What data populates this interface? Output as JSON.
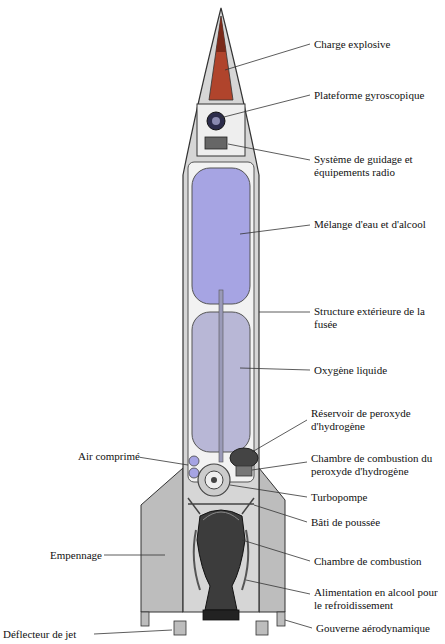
{
  "diagram": {
    "labels": [
      "Charge explosive",
      "Plateforme gyroscopique",
      "Système de guidage et équipements radio",
      "Mélange d'eau et d'alcool",
      "Structure extérieure de la fusée",
      "Oxygène liquide",
      "Réservoir de peroxyde d'hydrogène",
      "Air comprimé",
      "Chambre de combustion du peroxyde d'hydrogène",
      "Turbopompe",
      "Bâti de poussée",
      "Empennage",
      "Chambre de combustion",
      "Alimentation en alcool pour le refroidissement",
      "Déflecteur de jet",
      "Gouverne aérodynamique"
    ]
  }
}
